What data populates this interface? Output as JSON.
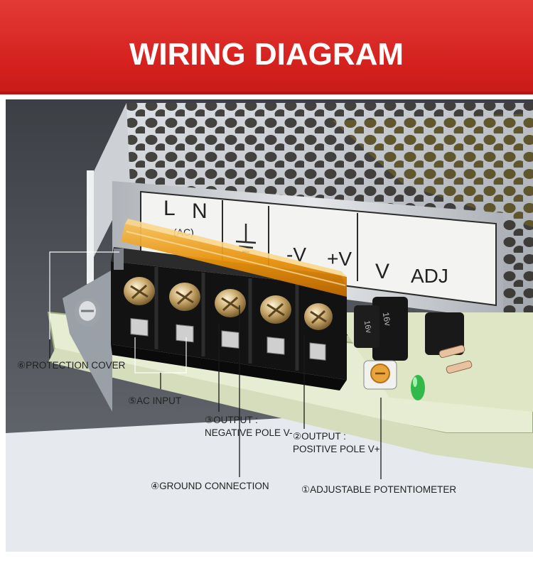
{
  "header": {
    "title": "WIRING DIAGRAM"
  },
  "terminal_labels": {
    "l": "L",
    "n": "N",
    "ac": "(AC)",
    "neg": "-V",
    "pos": "+V",
    "v": "V",
    "adj": "ADJ"
  },
  "component_marks": {
    "cap_a": "16v",
    "cap_b": "16v"
  },
  "callouts": {
    "protection_cover": "⑥PROTECTION COVER",
    "ac_input": "⑤AC INPUT",
    "output_negative_line1": "③OUTPUT :",
    "output_negative_line2": "NEGATIVE POLE V-",
    "output_positive_line1": "②OUTPUT :",
    "output_positive_line2": "POSITIVE POLE V+",
    "ground_connection": "④GROUND CONNECTION",
    "adjustable_potentiometer": "①ADJUSTABLE POTENTIOMETER"
  },
  "colors": {
    "banner": "#d5211e",
    "housing": "#c9ccd0",
    "terminal_block": "#1a1a1a",
    "cover": "#e8920f",
    "pcb": "#dfe6c8"
  }
}
